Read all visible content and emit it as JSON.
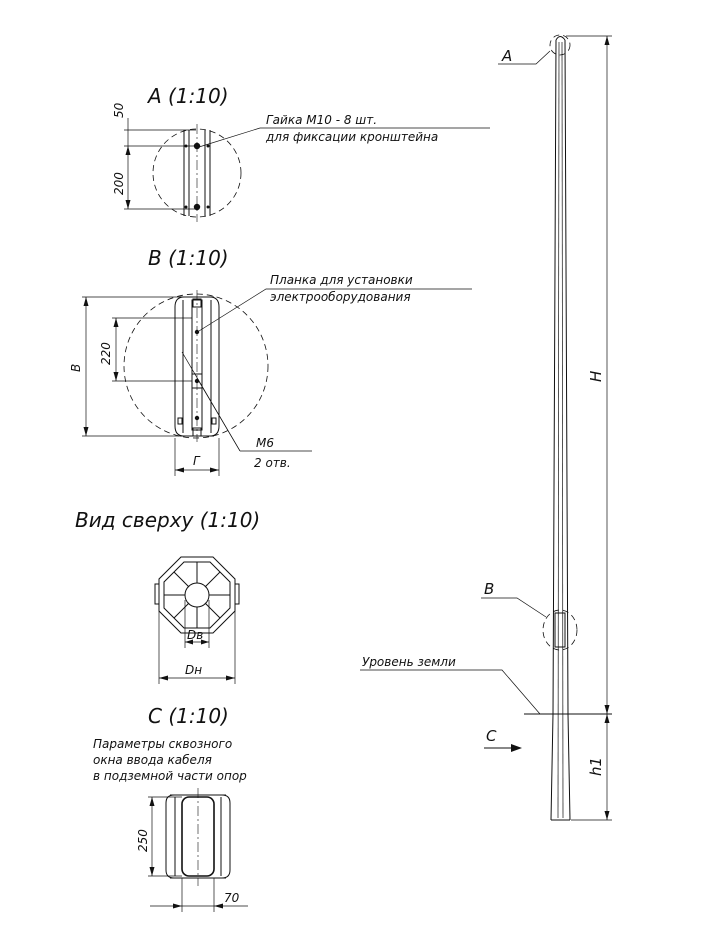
{
  "views": {
    "a": {
      "title": "A (1:10)",
      "dim_top": "50",
      "dim_main": "200",
      "note_line1": "Гайка М10 - 8 шт.",
      "note_line2": "для фиксации кронштейна"
    },
    "b": {
      "title": "В (1:10)",
      "dim_outer": "В",
      "dim_inner": "220",
      "dim_width": "Г",
      "note_line1": "Планка для установки",
      "note_line2": "электрооборудования",
      "hole_line1": "М6",
      "hole_line2": "2 отв."
    },
    "top": {
      "title": "Вид сверху (1:10)",
      "dim_inner": "Dв",
      "dim_outer": "Dн"
    },
    "c": {
      "title": "С (1:10)",
      "desc_line1": "Параметры сквозного",
      "desc_line2": "окна ввода кабеля",
      "desc_line3": "в подземной части опор",
      "dim_height": "250",
      "dim_width": "70"
    }
  },
  "pole": {
    "ref_a": "А",
    "ref_b": "В",
    "ref_c": "С",
    "dim_height": "Н",
    "dim_underground": "h1",
    "ground_label": "Уровень земли"
  }
}
